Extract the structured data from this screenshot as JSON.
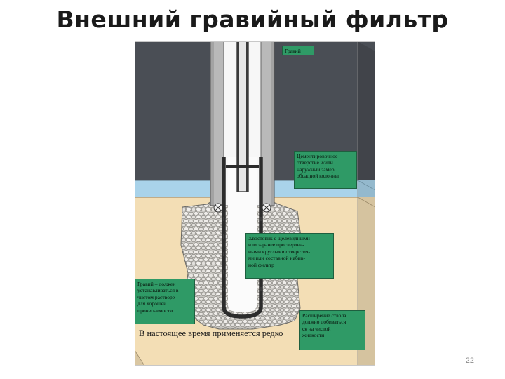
{
  "slide": {
    "title": "Внешний гравийный фильтр",
    "page_number": "22"
  },
  "figure": {
    "labels": {
      "gravel": "Гравий",
      "cementing": "Цементировочное\nотверстие и/или\nнаружный замер\nобсадной колонны",
      "tail_pipe": "Хвостовик с щелевидными\nили заранее просверлен-\nными круглыми отверстия-\nми или составной набив-\nной фильтр",
      "gravel_note": "Гравий – должен\nустанавливаться в\nчистом растворе\nдля хорошей\nпроницаемости",
      "reaming": "Расширение ствола\nдолжно добиваться\nся на чистой\nжидкости"
    },
    "bottom_note": "В настоящее время применяется редко",
    "colors": {
      "upper_rock": "#4a4e55",
      "blue_band": "#a9d3ea",
      "sand": "#f3deb5",
      "label_bg": "#2f9a66",
      "casing": "#8e8e8e"
    }
  }
}
